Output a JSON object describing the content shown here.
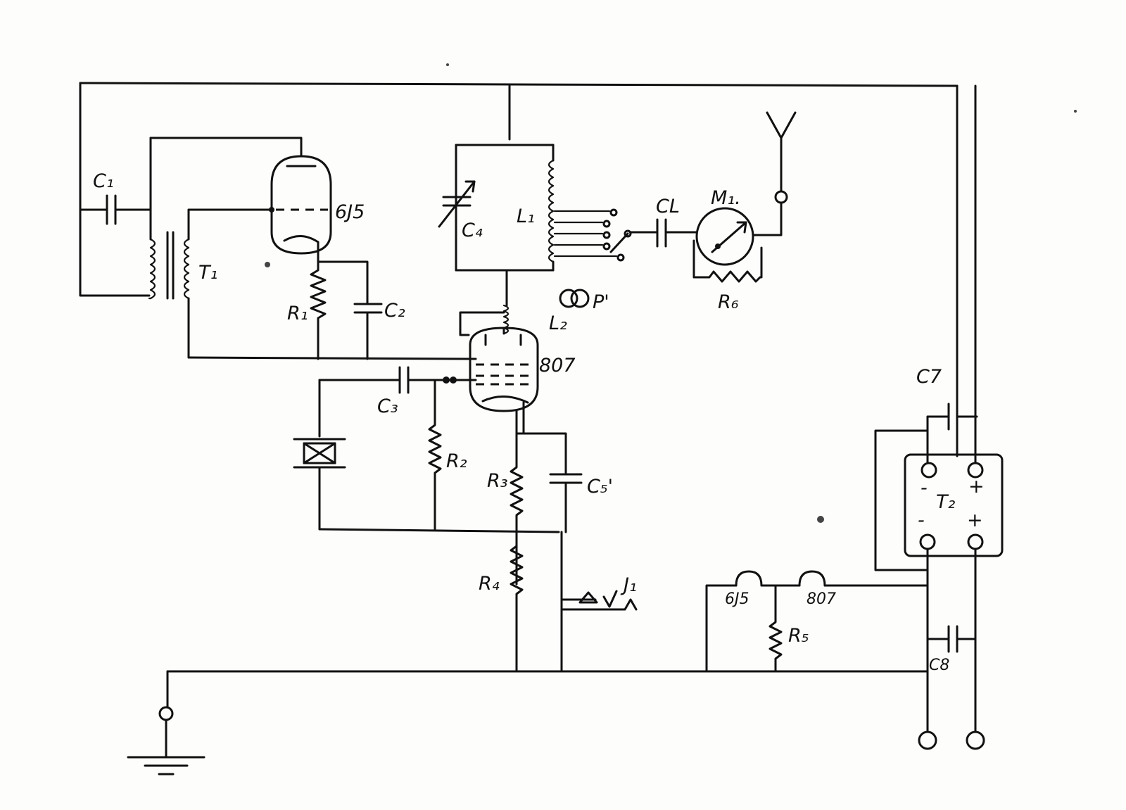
{
  "labels": {
    "c1": "C₁",
    "t1": "T₁",
    "tube1": "6J5",
    "r1": "R₁",
    "c2": "C₂",
    "c4": "C₄",
    "l1": "L₁",
    "cl": "CL",
    "m1": "M₁.",
    "r6": "R₆",
    "p1": "P'",
    "l2": "L₂",
    "tube2": "807",
    "c3": "C₃",
    "r2": "R₂",
    "r3": "R₃",
    "c5": "C₅'",
    "r4": "R₄",
    "j1": "J₁",
    "c7": "C7",
    "t2": "T₂",
    "t2_minus_top": "-",
    "t2_plus_top": "+",
    "t2_minus_bottom": "-",
    "t2_plus_bottom": "+",
    "heater1": "6J5",
    "heater2": "807",
    "r5": "R₅",
    "c8": "C8"
  }
}
